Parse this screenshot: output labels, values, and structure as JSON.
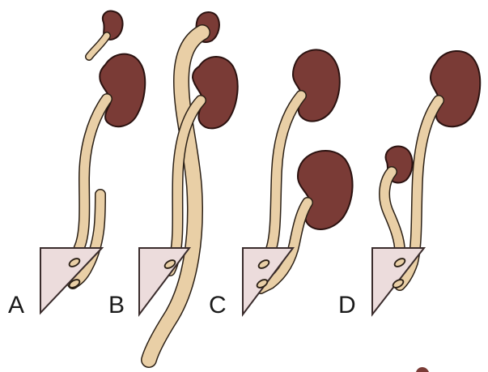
{
  "panels": [
    {
      "label": "A"
    },
    {
      "label": "B"
    },
    {
      "label": "C"
    },
    {
      "label": "D"
    }
  ],
  "colors": {
    "kidney": "#7a3b36",
    "ureter": "#e9cfa6",
    "bladder": "#ecdcdc",
    "outline": "#2b2016"
  }
}
